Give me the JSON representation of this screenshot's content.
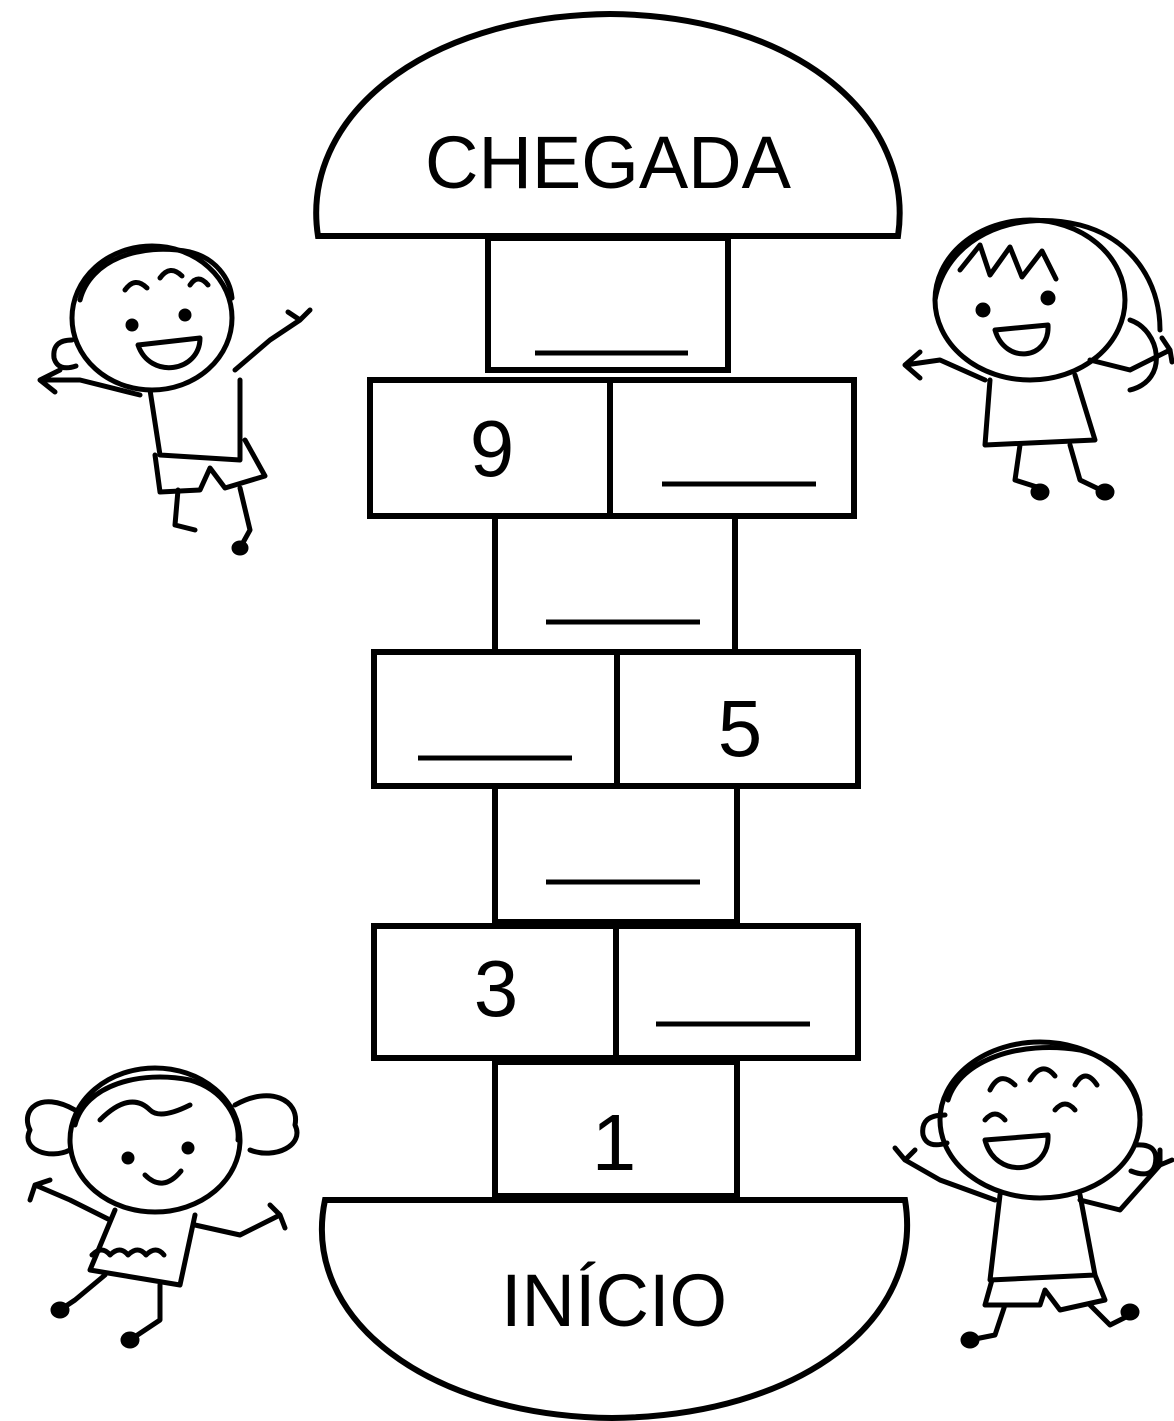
{
  "finish_label": "CHEGADA",
  "start_label": "INÍCIO",
  "squares": [
    {
      "id": "top",
      "value": ""
    },
    {
      "id": "r2-left",
      "value": "9"
    },
    {
      "id": "r2-right",
      "value": ""
    },
    {
      "id": "r3",
      "value": ""
    },
    {
      "id": "r4-left",
      "value": ""
    },
    {
      "id": "r4-right",
      "value": "5"
    },
    {
      "id": "r5",
      "value": ""
    },
    {
      "id": "r6-left",
      "value": "3"
    },
    {
      "id": "r6-right",
      "value": ""
    },
    {
      "id": "bottom",
      "value": "1"
    }
  ],
  "blank_marker": "___",
  "figures": [
    "child-boy-top-left",
    "child-girl-top-right",
    "child-girl-bottom-left",
    "child-boy-bottom-right"
  ]
}
